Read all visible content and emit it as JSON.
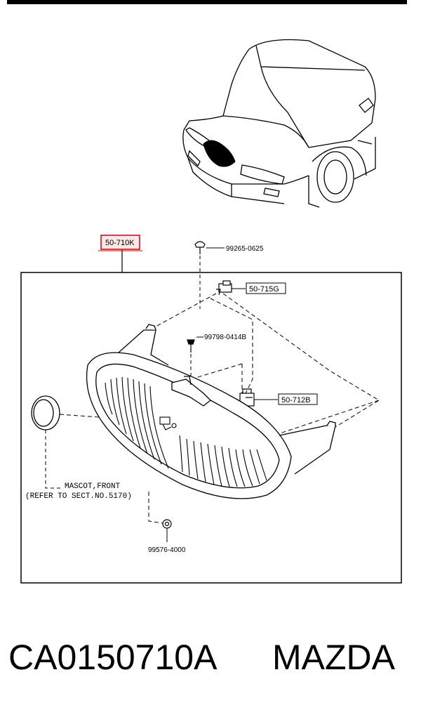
{
  "parts": {
    "main_part": "50-710K",
    "clip_top": "99265-0625",
    "bracket_upper": "50-715G",
    "screw": "99798-0414B",
    "clip_side": "50-712B",
    "nut_bottom": "99576-4000"
  },
  "notes": {
    "mascot_line1": "MASCOT,FRONT",
    "mascot_line2": "(REFER TO SECT.NO.5170)"
  },
  "caption": {
    "part_code": "CA0150710A",
    "brand": "MAZDA"
  }
}
